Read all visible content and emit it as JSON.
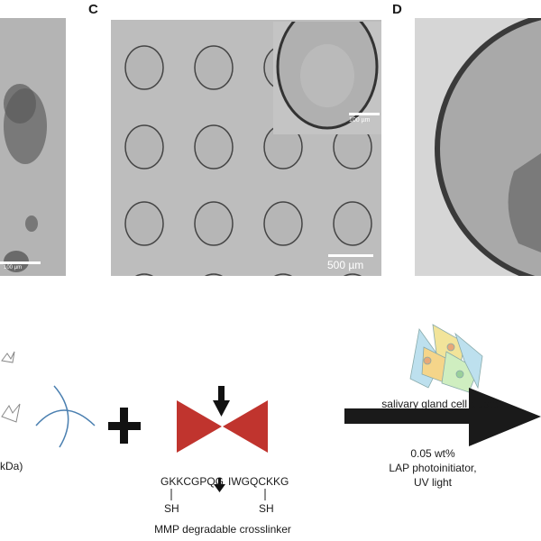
{
  "panels": {
    "c": {
      "label": "C",
      "scale_bar": "500 µm",
      "inset_scale_bar": "100 µm"
    },
    "d": {
      "label": "D"
    },
    "left": {
      "scale_bar": "100 µm"
    }
  },
  "schematic": {
    "polymer_label_fragment": "kDa)",
    "plus": "+",
    "sequence_left": "GKKCGPQG",
    "sequence_right": "IWGQCKKG",
    "thiol_left": "SH",
    "thiol_right": "SH",
    "crosslinker_label": "MMP degradable crosslinker",
    "cell_label": "salivary gland cell cluster",
    "condition_1": "0.05 wt%",
    "condition_2": "LAP photoinitiator,",
    "condition_3": "UV light",
    "colors": {
      "crosslinker": "#c0342e",
      "polymer": "#4a7fb0",
      "arrow": "#1a1a1a"
    }
  }
}
